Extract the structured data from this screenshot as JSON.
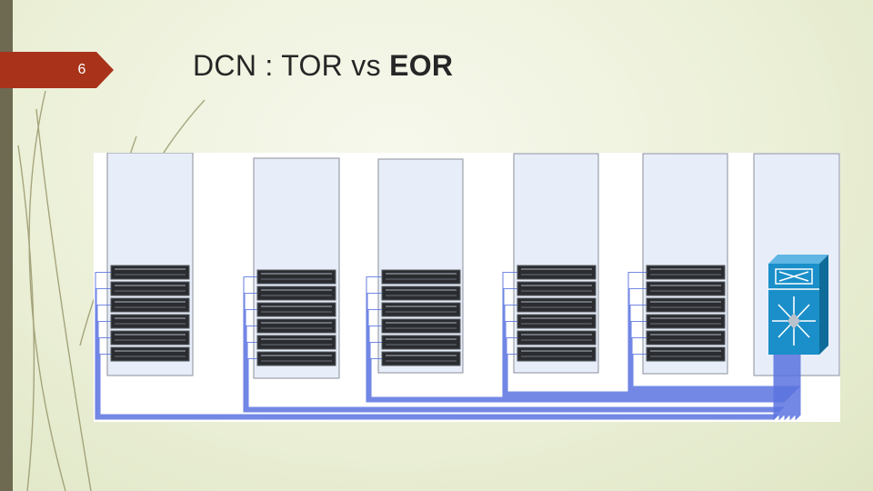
{
  "slide": {
    "number": "6",
    "title_prefix": "DCN : TOR vs ",
    "title_bold": "EOR"
  },
  "diagram": {
    "racks": [
      {
        "role": "server-rack",
        "servers": 6
      },
      {
        "role": "server-rack",
        "servers": 6
      },
      {
        "role": "server-rack",
        "servers": 6
      },
      {
        "role": "server-rack",
        "servers": 6
      },
      {
        "role": "server-rack",
        "servers": 6
      },
      {
        "role": "switch-rack",
        "servers": 0
      }
    ],
    "switch_icon": "network-switch-icon",
    "colors": {
      "rack_fill": "#e8eef9",
      "rack_border": "#8a8f99",
      "cable": "#5b73e0",
      "server": "#2a2c30",
      "switch": "#1a8fc9",
      "accent": "#a8331a"
    }
  }
}
